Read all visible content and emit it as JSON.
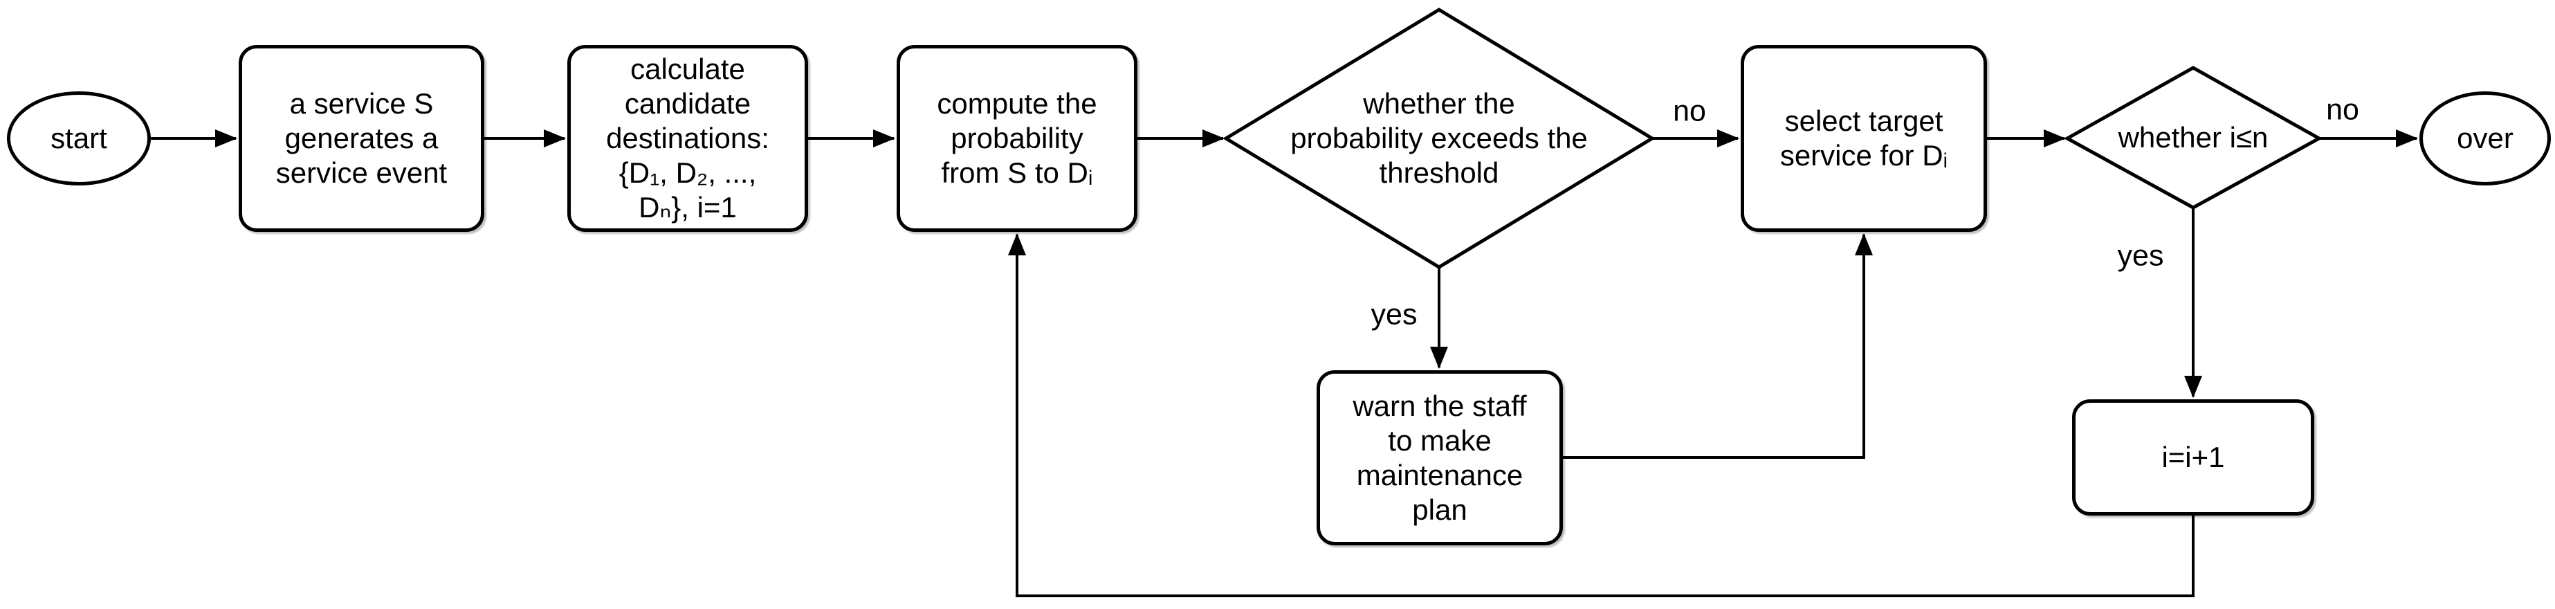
{
  "diagram": {
    "background_color": "#ffffff",
    "line_color": "#000000",
    "text_color": "#000000",
    "nodes": {
      "start": {
        "shape": "ellipse",
        "label": "start"
      },
      "service_event": {
        "shape": "process",
        "label": "a service S\ngenerates a\nservice event"
      },
      "calc_candidates": {
        "shape": "process",
        "label": "calculate\ncandidate\ndestinations:\n{D₁, D₂, ...,\nDₙ}, i=1"
      },
      "compute_probability": {
        "shape": "process",
        "label": "compute the\nprobability\nfrom S to Dᵢ"
      },
      "threshold_check": {
        "shape": "decision",
        "label": "whether the\nprobability exceeds the\nthreshold"
      },
      "select_target": {
        "shape": "process",
        "label": "select target\nservice for Dᵢ"
      },
      "warn_staff": {
        "shape": "process",
        "label": "warn the staff\nto make\nmaintenance\nplan"
      },
      "loop_check": {
        "shape": "decision",
        "label": "whether i≤n"
      },
      "increment": {
        "shape": "process",
        "label": "i=i+1"
      },
      "over": {
        "shape": "ellipse",
        "label": "over"
      }
    },
    "edge_labels": {
      "threshold_no": "no",
      "threshold_yes": "yes",
      "loop_yes": "yes",
      "loop_no": "no"
    }
  }
}
